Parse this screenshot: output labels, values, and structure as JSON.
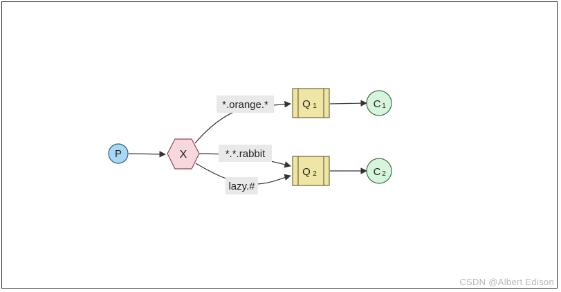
{
  "diagram": {
    "nodes": {
      "producer": {
        "label": "P",
        "fill": "#a9d8f5",
        "stroke": "#2b5f82"
      },
      "exchange": {
        "label": "X",
        "fill": "#f8d7dd",
        "stroke": "#8a4a57"
      },
      "queue1": {
        "label": "Q",
        "sub": "1",
        "fill": "#efe6a6",
        "stroke": "#6e6535"
      },
      "queue2": {
        "label": "Q",
        "sub": "2",
        "fill": "#efe6a6",
        "stroke": "#6e6535"
      },
      "consumer1": {
        "label": "C",
        "sub": "1",
        "fill": "#d6f5dc",
        "stroke": "#3d6b47"
      },
      "consumer2": {
        "label": "C",
        "sub": "2",
        "fill": "#d6f5dc",
        "stroke": "#3d6b47"
      }
    },
    "edge_labels": {
      "orange": "*.orange.*",
      "rabbit": "*.*.rabbit",
      "lazy": "lazy.#"
    },
    "edge_label_bg": "#e9e9e9",
    "edge_color": "#333333"
  },
  "watermark": "CSDN @Albert Edison"
}
